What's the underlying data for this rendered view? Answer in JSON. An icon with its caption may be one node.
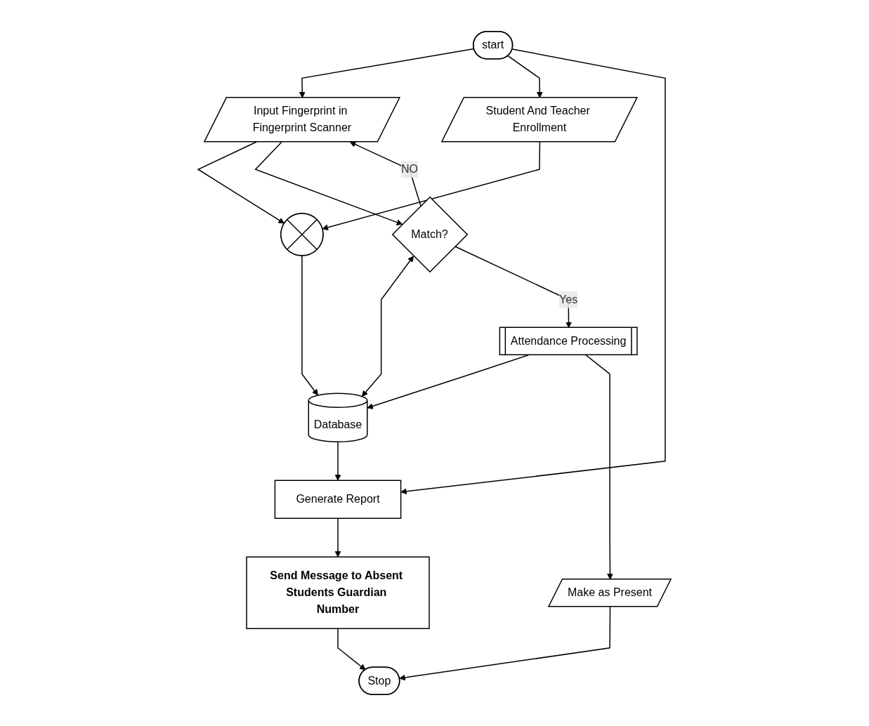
{
  "diagram": {
    "nodes": [
      {
        "text": [
          "start"
        ]
      },
      {
        "text": [
          "Student And Teacher Enrollment"
        ]
      },
      {
        "text": [
          "Input Fingerprint in Fingerprint Scanner"
        ]
      },
      {
        "text": [],
        "shape": "circle"
      },
      {
        "text": [
          "Match?"
        ]
      },
      {
        "text": [
          "Database"
        ]
      },
      {
        "text": [
          "Generate Report"
        ]
      },
      {
        "text": [
          "Attendance Processing"
        ]
      },
      {
        "text": [
          "Make as Present"
        ]
      },
      {
        "text": [
          "Send Message to Absent Students Guardian Number"
        ]
      },
      {
        "text": [
          "Stop"
        ]
      }
    ],
    "edges": [
      {
        "from": 0,
        "to": 2,
        "arrow": "to"
      },
      {
        "from": 0,
        "to": 1,
        "arrow": "to"
      },
      {
        "from": 0,
        "to": 6,
        "arrow": "to"
      },
      {
        "from": 1,
        "to": 3,
        "arrow": "to"
      },
      {
        "from": 2,
        "to": 3,
        "arrow": "to"
      },
      {
        "from": 3,
        "to": 5,
        "arrow": "to"
      },
      {
        "from": 2,
        "to": 4,
        "arrow": "to"
      },
      {
        "from": 4,
        "to": 2,
        "arrow": "to",
        "label": "NO"
      },
      {
        "from": 4,
        "to": 5,
        "arrow": "both"
      },
      {
        "from": 4,
        "to": 7,
        "arrow": "to",
        "label": "Yes"
      },
      {
        "from": 7,
        "to": 5,
        "arrow": "to"
      },
      {
        "from": 7,
        "to": 8,
        "arrow": "to"
      },
      {
        "from": 8,
        "to": 10,
        "arrow": "to"
      },
      {
        "from": 5,
        "to": 6,
        "arrow": "to"
      },
      {
        "from": 6,
        "to": 9,
        "arrow": "to"
      },
      {
        "from": 9,
        "to": 10,
        "arrow": "to"
      }
    ]
  }
}
